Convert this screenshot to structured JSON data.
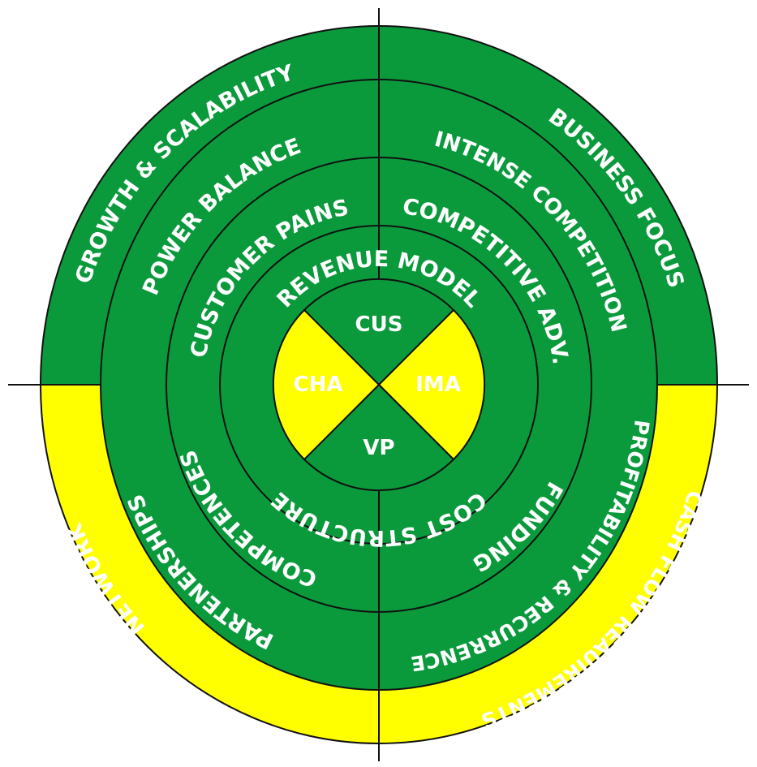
{
  "colors": {
    "green": "#0a9a3c",
    "yellow": "#ffff00",
    "line": "#111111",
    "text": "#ffffff"
  },
  "center": {
    "top": "CUS",
    "left": "CHA",
    "right": "IMA",
    "bottom": "VP"
  },
  "rings": {
    "ring1": {
      "top": "REVENUE MODEL",
      "bottom": "COST STRUCTURE"
    },
    "ring2": {
      "top_left": "CUSTOMER PAINS",
      "top_right": "COMPETITIVE ADV.",
      "bottom_left": "COMPETENCES",
      "bottom_right": "FUNDING"
    },
    "ring3": {
      "top_left": "POWER BALANCE",
      "top_right": "INTENSE COMPETITION",
      "bottom_left": "PARTENERSHIPS",
      "bottom_right": "PROFITABILITY & RECURRENCE"
    },
    "ring4": {
      "top_left": "GROWTH & SCALABILITY",
      "top_right": "BUSINESS FOCUS",
      "bottom_left": "NETWORK",
      "bottom_right": "CASH FLOW REAUIREMENTS"
    }
  }
}
